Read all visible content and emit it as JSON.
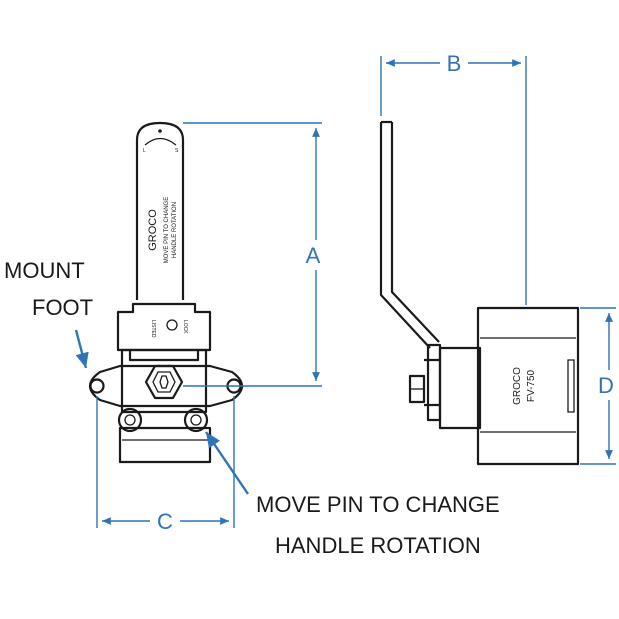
{
  "dimensions": {
    "a": "A",
    "b": "B",
    "c": "C",
    "d": "D"
  },
  "callouts": {
    "mount_foot_line1": "MOUNT",
    "mount_foot_line2": "FOOT",
    "move_pin_line1": "MOVE PIN TO CHANGE",
    "move_pin_line2": "HANDLE ROTATION"
  },
  "handle_labels": {
    "brand": "GROCO",
    "instruction_line1": "MOVE PIN TO CHANGE",
    "instruction_line2": "HANDLE ROTATION"
  },
  "valve_labels": {
    "brand": "GROCO",
    "model": "FV-750"
  },
  "colors": {
    "dimension": "#2f74b5",
    "ink": "#1a1a1a",
    "background": "#ffffff"
  }
}
